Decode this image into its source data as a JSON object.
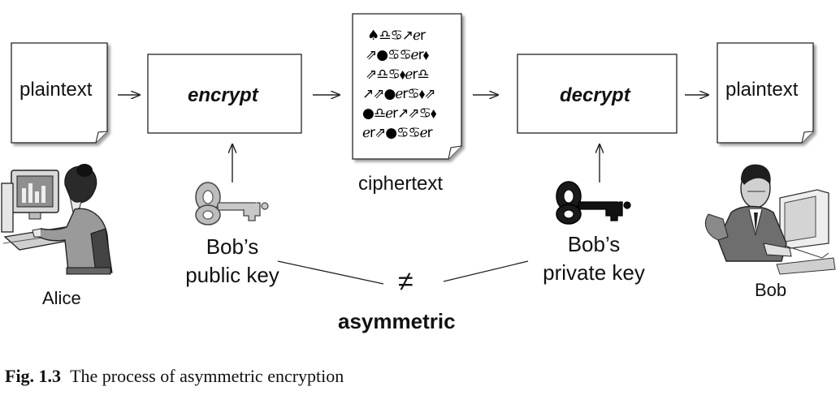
{
  "diagram": {
    "left_document": {
      "label": "plaintext"
    },
    "encrypt_box": {
      "label": "encrypt"
    },
    "ciphertext": {
      "label": "ciphertext",
      "glyph_lines": [
        "♠♎♋↗ℯr",
        "⇗●♋♋ℯr⬧",
        "⇗♎♋⬧ℯr♎",
        "↗⇗●ℯr♋⬧⇗",
        "●♎ℯr↗⇗♋⬧",
        "ℯr⇗●♋♋ℯr"
      ]
    },
    "decrypt_box": {
      "label": "decrypt"
    },
    "right_document": {
      "label": "plaintext"
    },
    "public_key": {
      "line1": "Bob’s",
      "line2": "public key"
    },
    "private_key": {
      "line1": "Bob’s",
      "line2": "private key"
    },
    "not_equal_symbol": "≠",
    "relation_label": "asymmetric",
    "sender": {
      "name": "Alice"
    },
    "receiver": {
      "name": "Bob"
    }
  },
  "caption": {
    "number": "Fig. 1.3",
    "text": "The process of asymmetric encryption"
  }
}
